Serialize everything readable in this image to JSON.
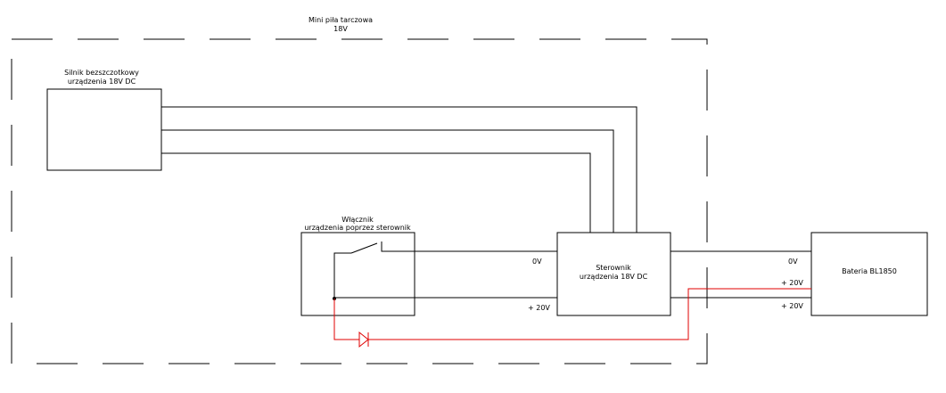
{
  "enclosure": {
    "title": "Mini piła tarczowa",
    "voltage": "18V"
  },
  "motor": {
    "line1": "Silnik bezszczotkowy",
    "line2": "urządzenia 18V DC"
  },
  "switch": {
    "line1": "Włącznik",
    "line2": "urządzenia poprzez sterownik"
  },
  "controller": {
    "line1": "Sterownik",
    "line2": "urządzenia 18V DC"
  },
  "battery": {
    "label": "Bateria BL1850"
  },
  "wire_labels": {
    "switch_0v": "0V",
    "switch_plus": "+ 20V",
    "battery_0v": "0V",
    "battery_plus_a": "+ 20V",
    "battery_plus_b": "+ 20V"
  },
  "colors": {
    "wire": "#000000",
    "diode_path": "#e00000"
  }
}
